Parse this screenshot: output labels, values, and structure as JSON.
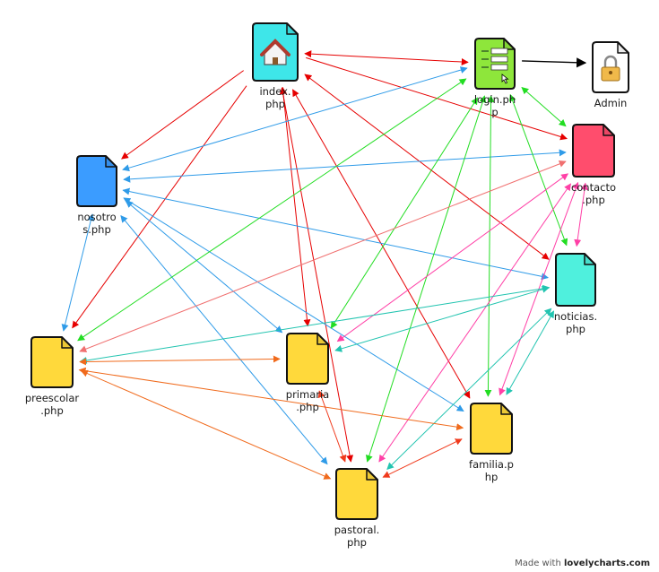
{
  "nodes": {
    "index": {
      "lines": [
        "index.",
        "php"
      ],
      "fill": "#3ee6e9",
      "icon": "home-icon"
    },
    "login": {
      "lines": [
        "login.ph",
        "p"
      ],
      "fill": "#8ee63b",
      "icon": "login-form-icon"
    },
    "admin": {
      "lines": [
        "Admin"
      ],
      "fill": "#ffffff",
      "icon": "lock-icon"
    },
    "nosotros": {
      "lines": [
        "nosotro",
        "s.php"
      ],
      "fill": "#3b9cff",
      "icon": "document-icon"
    },
    "contacto": {
      "lines": [
        "contacto",
        ".php"
      ],
      "fill": "#ff4d6d",
      "icon": "document-icon"
    },
    "noticias": {
      "lines": [
        "noticias.",
        "php"
      ],
      "fill": "#4ff0dd",
      "icon": "document-icon"
    },
    "preescolar": {
      "lines": [
        "preescolar",
        ".php"
      ],
      "fill": "#ffd93b",
      "icon": "document-icon"
    },
    "primaria": {
      "lines": [
        "primaria",
        ".php"
      ],
      "fill": "#ffd93b",
      "icon": "document-icon"
    },
    "familia": {
      "lines": [
        "familia.p",
        "hp"
      ],
      "fill": "#ffd93b",
      "icon": "document-icon"
    },
    "pastoral": {
      "lines": [
        "pastoral.",
        "php"
      ],
      "fill": "#ffd93b",
      "icon": "document-icon"
    }
  },
  "edges": [
    {
      "from": "login",
      "to": "admin",
      "color": "#000000",
      "both": false
    },
    {
      "from": "index",
      "to": "login",
      "color": "#e60000",
      "both": true
    },
    {
      "from": "index",
      "to": "nosotros",
      "color": "#e60000",
      "both": false
    },
    {
      "from": "index",
      "to": "contacto",
      "color": "#e60000",
      "both": false
    },
    {
      "from": "index",
      "to": "noticias",
      "color": "#e60000",
      "both": true
    },
    {
      "from": "index",
      "to": "preescolar",
      "color": "#e60000",
      "both": false
    },
    {
      "from": "index",
      "to": "primaria",
      "color": "#e60000",
      "both": true
    },
    {
      "from": "index",
      "to": "pastoral",
      "color": "#e60000",
      "both": true
    },
    {
      "from": "index",
      "to": "familia",
      "color": "#e60000",
      "both": true
    },
    {
      "from": "nosotros",
      "to": "login",
      "color": "#2f9be8",
      "both": true
    },
    {
      "from": "nosotros",
      "to": "contacto",
      "color": "#2f9be8",
      "both": true
    },
    {
      "from": "nosotros",
      "to": "noticias",
      "color": "#2f9be8",
      "both": true
    },
    {
      "from": "nosotros",
      "to": "primaria",
      "color": "#2f9be8",
      "both": true
    },
    {
      "from": "nosotros",
      "to": "familia",
      "color": "#2f9be8",
      "both": true
    },
    {
      "from": "nosotros",
      "to": "pastoral",
      "color": "#2f9be8",
      "both": true
    },
    {
      "from": "nosotros",
      "to": "preescolar",
      "color": "#2f9be8",
      "both": true
    },
    {
      "from": "login",
      "to": "contacto",
      "color": "#22dd22",
      "both": true
    },
    {
      "from": "login",
      "to": "preescolar",
      "color": "#22dd22",
      "both": true
    },
    {
      "from": "login",
      "to": "primaria",
      "color": "#22dd22",
      "both": true
    },
    {
      "from": "login",
      "to": "pastoral",
      "color": "#22dd22",
      "both": true
    },
    {
      "from": "login",
      "to": "familia",
      "color": "#22dd22",
      "both": true
    },
    {
      "from": "login",
      "to": "noticias",
      "color": "#22dd22",
      "both": true
    },
    {
      "from": "contacto",
      "to": "preescolar",
      "color": "#f07070",
      "both": true
    },
    {
      "from": "contacto",
      "to": "noticias",
      "color": "#ff3fa6",
      "both": true
    },
    {
      "from": "contacto",
      "to": "primaria",
      "color": "#ff3fa6",
      "both": true
    },
    {
      "from": "contacto",
      "to": "pastoral",
      "color": "#ff3fa6",
      "both": true
    },
    {
      "from": "contacto",
      "to": "familia",
      "color": "#ff3fa6",
      "both": true
    },
    {
      "from": "noticias",
      "to": "preescolar",
      "color": "#22c4b0",
      "both": true
    },
    {
      "from": "noticias",
      "to": "primaria",
      "color": "#22c4b0",
      "both": true
    },
    {
      "from": "noticias",
      "to": "familia",
      "color": "#22c4b0",
      "both": true
    },
    {
      "from": "noticias",
      "to": "pastoral",
      "color": "#22c4b0",
      "both": true
    },
    {
      "from": "preescolar",
      "to": "primaria",
      "color": "#f06a1c",
      "both": true
    },
    {
      "from": "preescolar",
      "to": "familia",
      "color": "#f06a1c",
      "both": true
    },
    {
      "from": "preescolar",
      "to": "pastoral",
      "color": "#f06a1c",
      "both": true
    },
    {
      "from": "primaria",
      "to": "pastoral",
      "color": "#f03a1c",
      "both": true
    },
    {
      "from": "familia",
      "to": "pastoral",
      "color": "#f03a1c",
      "both": true
    }
  ],
  "credit": {
    "prefix": "Made with ",
    "brand": "lovelycharts.com"
  }
}
